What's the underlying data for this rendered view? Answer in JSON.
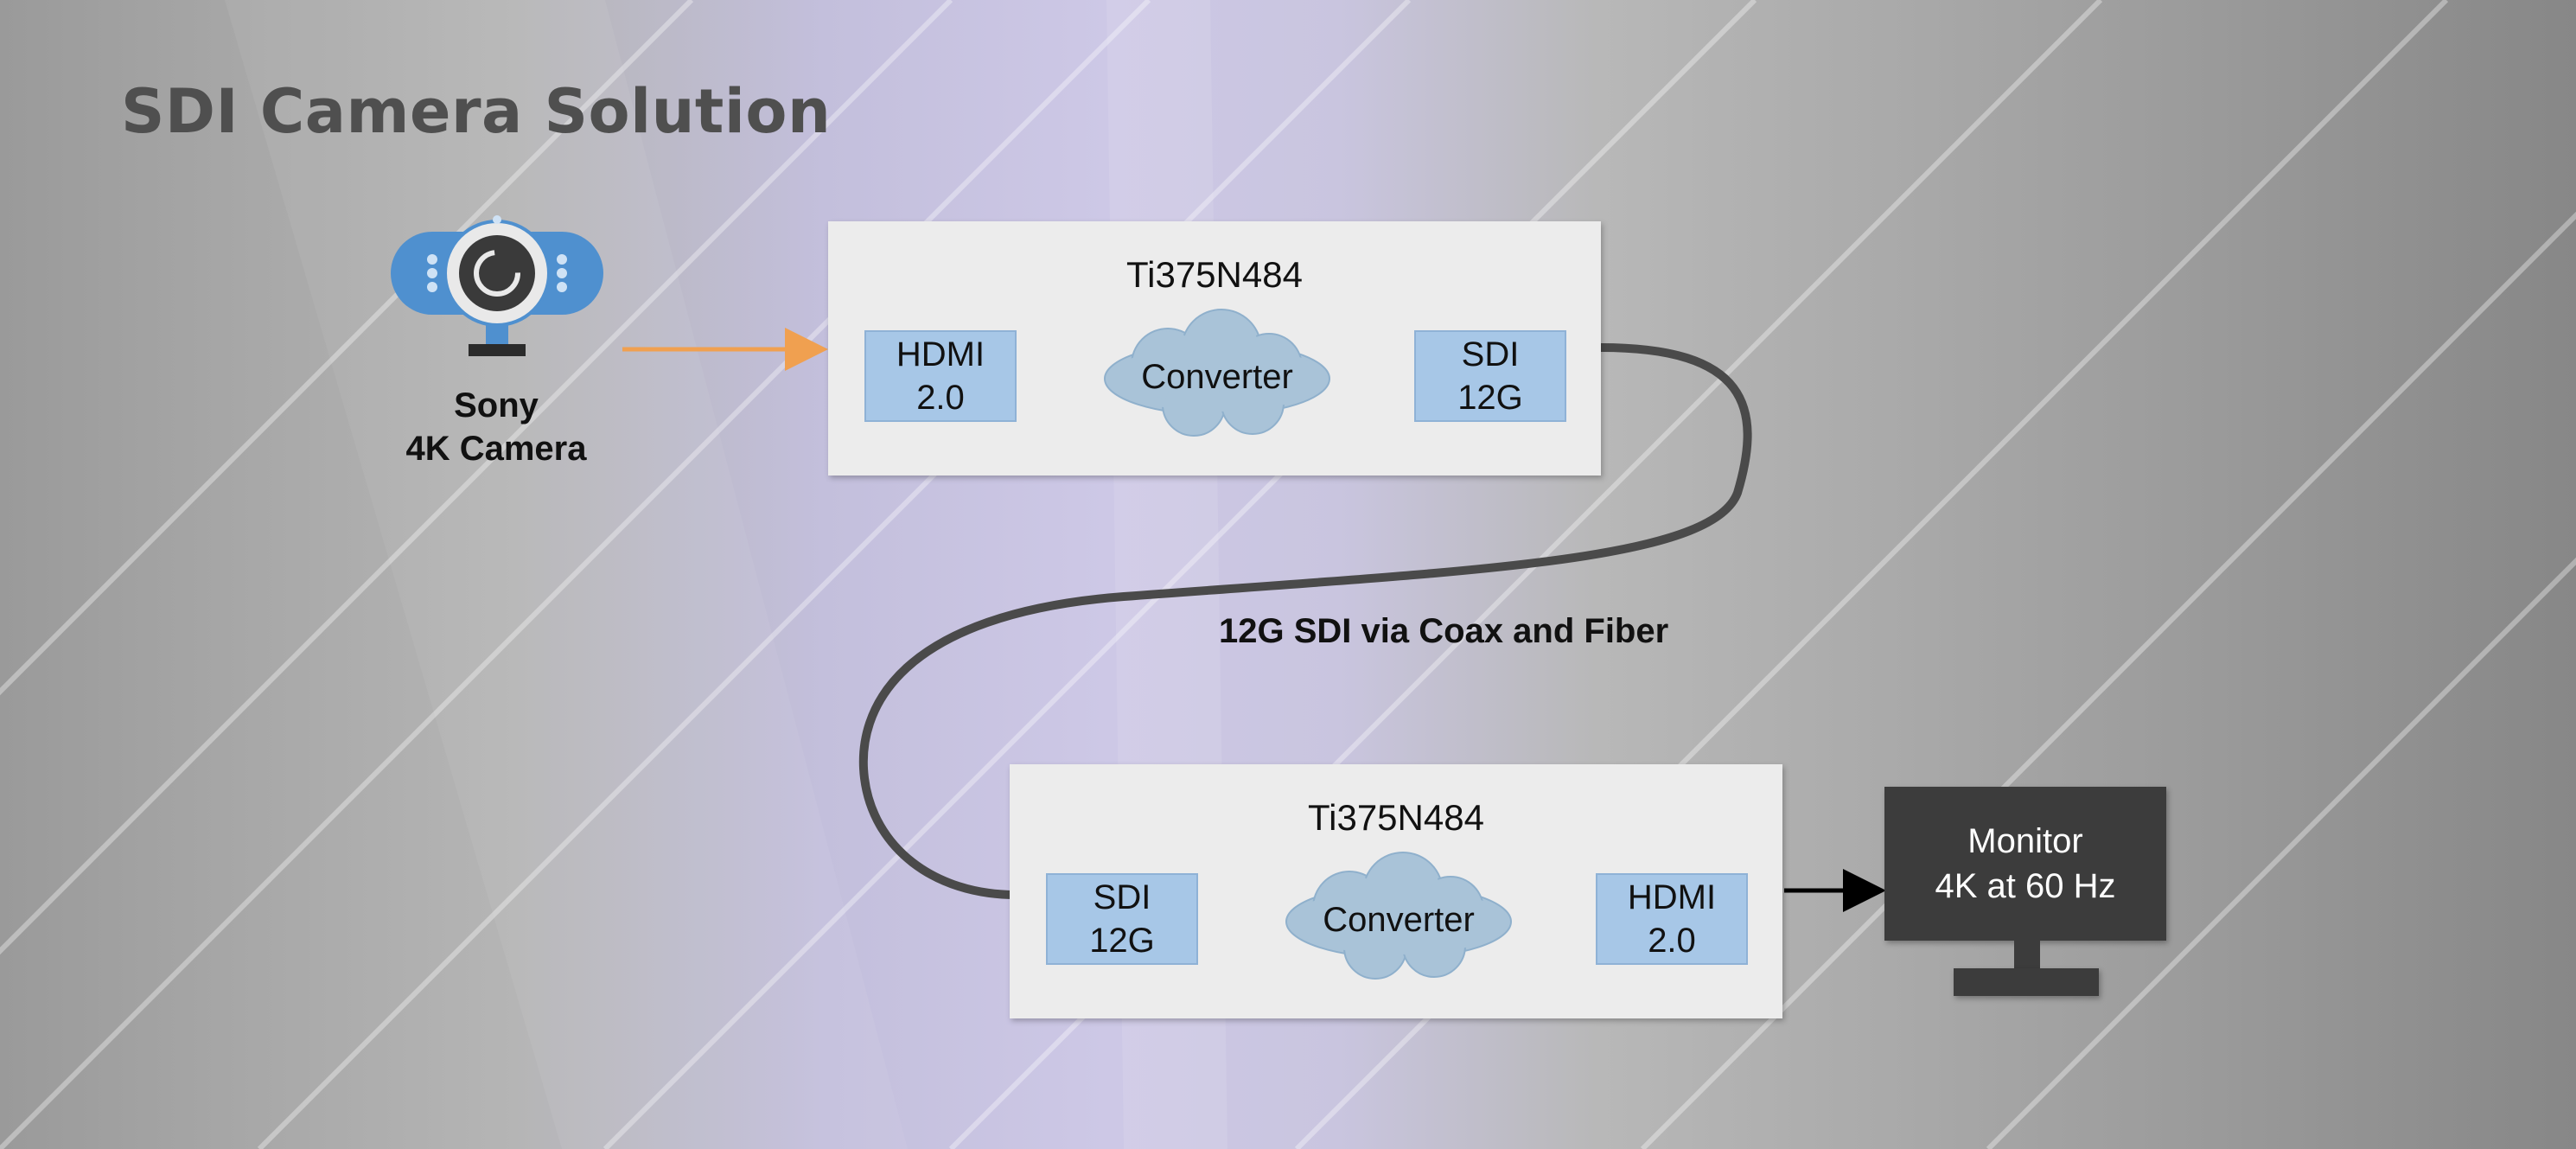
{
  "title": "SDI Camera Solution",
  "camera": {
    "line1": "Sony",
    "line2": "4K Camera",
    "icon": "webcam-icon"
  },
  "cable_label": "12G SDI via Coax and Fiber",
  "encoder": {
    "chip": "Ti375N484",
    "input": {
      "line1": "HDMI",
      "line2": "2.0"
    },
    "converter": "Converter",
    "output": {
      "line1": "SDI",
      "line2": "12G"
    }
  },
  "decoder": {
    "chip": "Ti375N484",
    "input": {
      "line1": "SDI",
      "line2": "12G"
    },
    "converter": "Converter",
    "output": {
      "line1": "HDMI",
      "line2": "2.0"
    }
  },
  "monitor": {
    "line1": "Monitor",
    "line2": "4K at 60 Hz",
    "icon": "monitor-icon"
  },
  "colors": {
    "accent_arrow": "#f0a050",
    "port_fill": "#a7c7e7",
    "cloud_fill": "#a9c3d8",
    "cable": "#4a4a4a",
    "panel": "#ececec"
  }
}
